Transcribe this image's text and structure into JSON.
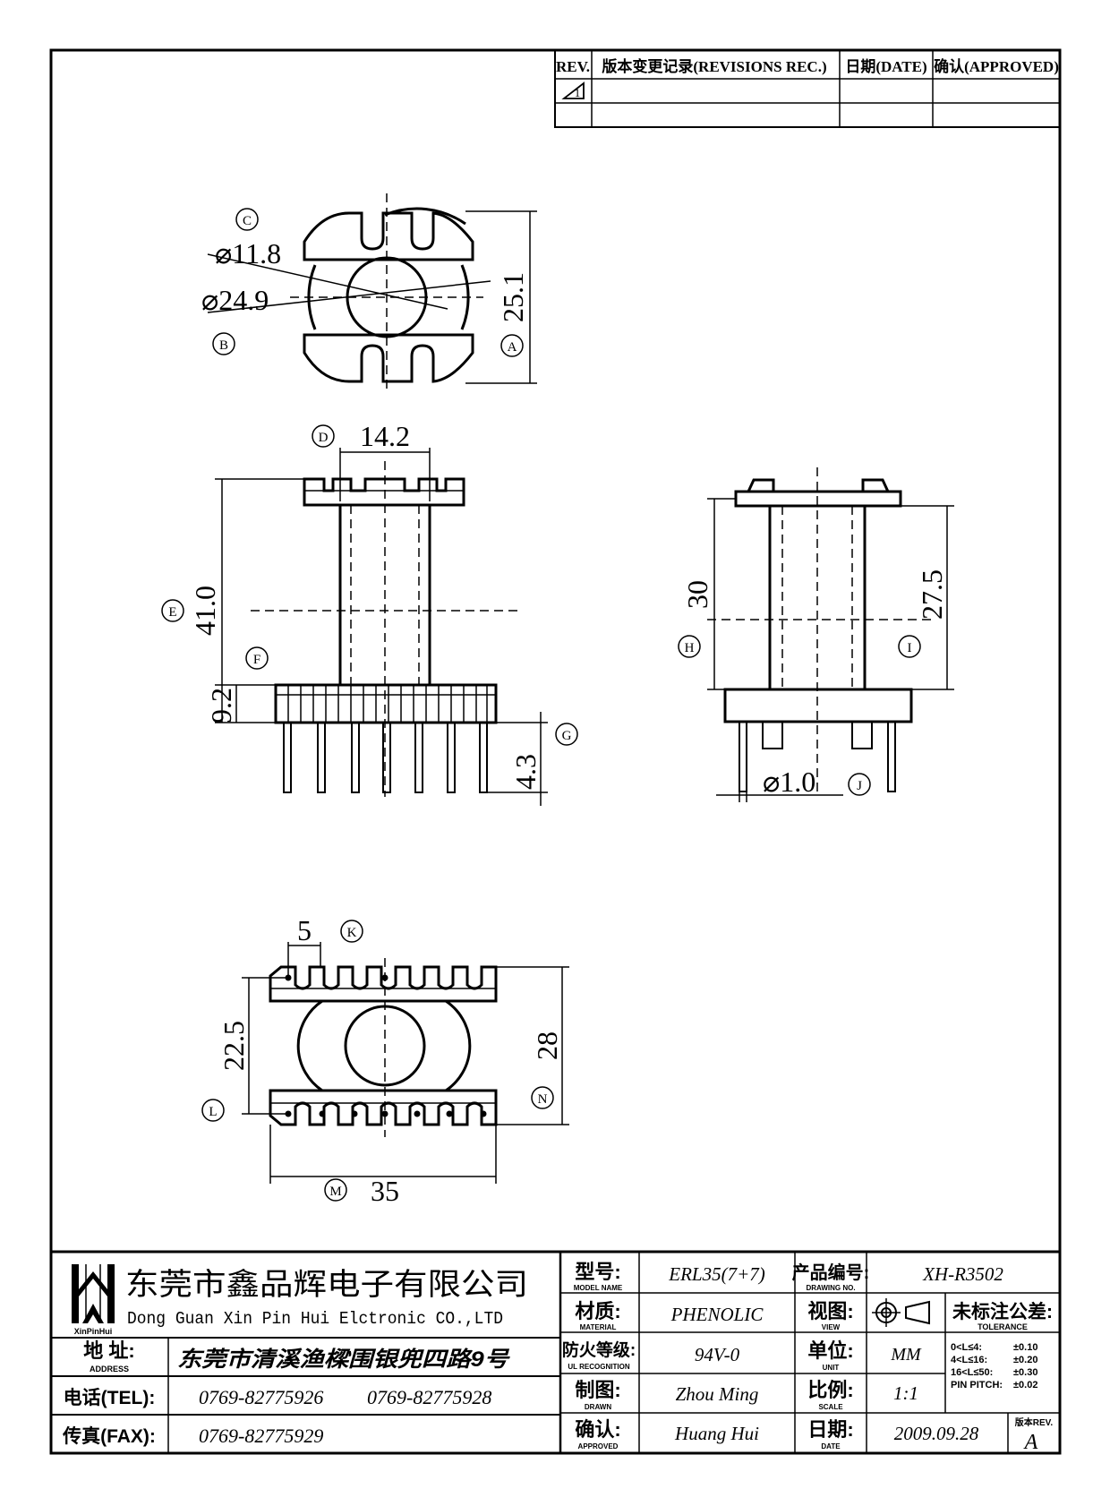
{
  "revisions": {
    "header": {
      "rev": "REV.",
      "record": "版本变更记录(REVISIONS REC.)",
      "date": "日期(DATE)",
      "approved": "确认(APPROVED)"
    },
    "rev_symbol": "1"
  },
  "dims": {
    "a_dim": "25.1",
    "b_dim": "⌀24.9",
    "c_dim": "⌀11.8",
    "d_dim": "14.2",
    "e_dim": "41.0",
    "f_dim": "9.2",
    "g_dim": "4.3",
    "h_dim": "30",
    "i_dim": "27.5",
    "j_dim": "⌀1.0",
    "k_dim": "5",
    "l_dim": "22.5",
    "m_dim": "35",
    "n_dim": "28"
  },
  "markers": {
    "a": "A",
    "b": "B",
    "c": "C",
    "d": "D",
    "e": "E",
    "f": "F",
    "g": "G",
    "h": "H",
    "i": "I",
    "j": "J",
    "k": "K",
    "l": "L",
    "m": "M",
    "n": "N"
  },
  "title_block": {
    "company_cn": "东莞市鑫品辉电子有限公司",
    "company_en": "Dong Guan Xin Pin Hui Elctronic CO.,LTD",
    "logo_text": "XinPinHui",
    "address_label": "地 址:",
    "address_label_en": "ADDRESS",
    "address": "东莞市清溪渔樑围银兜四路9号",
    "tel_label": "电话(TEL):",
    "tel1": "0769-82775926",
    "tel2": "0769-82775928",
    "fax_label": "传真(FAX):",
    "fax": "0769-82775929",
    "model_label": "型号:",
    "model_label_en": "MODEL NAME",
    "model": "ERL35(7+7)",
    "material_label": "材质:",
    "material_label_en": "MATERIAL",
    "material": "PHENOLIC",
    "flame_label": "防火等级:",
    "flame_label_en": "UL RECOGNITION",
    "flame": "94V-0",
    "drawn_label": "制图:",
    "drawn_label_en": "DRAWN",
    "drawn": "Zhou Ming",
    "approved_label": "确认:",
    "approved_label_en": "APPROVED",
    "approved": "Huang Hui",
    "drawing_no_label": "产品编号:",
    "drawing_no_label_en": "DRAWING NO.",
    "drawing_no": "XH-R3502",
    "view_label": "视图:",
    "view_label_en": "VIEW",
    "unit_label": "单位:",
    "unit_label_en": "UNIT",
    "unit": "MM",
    "scale_label": "比例:",
    "scale_label_en": "SCALE",
    "scale": "1:1",
    "date_label": "日期:",
    "date_label_en": "DATE",
    "date": "2009.09.28",
    "tolerance_label": "未标注公差:",
    "tolerance_label_en": "TOLERANCE",
    "tolerances": [
      {
        "range": "0<L≤4:",
        "value": "±0.10"
      },
      {
        "range": "4<L≤16:",
        "value": "±0.20"
      },
      {
        "range": "16<L≤50:",
        "value": "±0.30"
      },
      {
        "range": "PIN PITCH:",
        "value": "±0.02"
      }
    ],
    "version_label": "版本REV.",
    "version": "A"
  }
}
